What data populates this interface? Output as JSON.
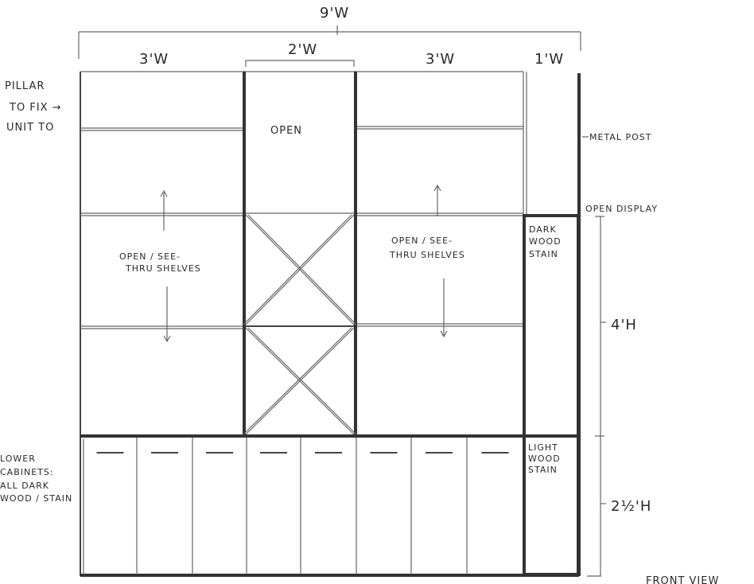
{
  "dimensions": {
    "total_width": "9'W",
    "col1_width": "3'W",
    "col2_width": "2'W",
    "col3_width": "3'W",
    "col4_width": "1'W",
    "upper_height": "4'H",
    "lower_height": "2½'H"
  },
  "labels": {
    "pillar": [
      "PILLAR",
      "TO FIX →",
      "UNIT TO"
    ],
    "open": "OPEN",
    "metal_post": "METAL POST",
    "open_display": "OPEN DISPLAY",
    "shelves_left": [
      "OPEN / SEE-",
      "THRU SHELVES"
    ],
    "shelves_right": [
      "OPEN / SEE-",
      "THRU SHELVES"
    ],
    "dark_wood": [
      "DARK",
      "WOOD",
      "STAIN"
    ],
    "light_wood": [
      "LIGHT",
      "WOOD",
      "STAIN"
    ],
    "lower_cabinets": [
      "LOWER",
      "CABINETS:",
      "ALL DARK",
      "WOOD / STAIN"
    ],
    "view": "FRONT VIEW"
  }
}
